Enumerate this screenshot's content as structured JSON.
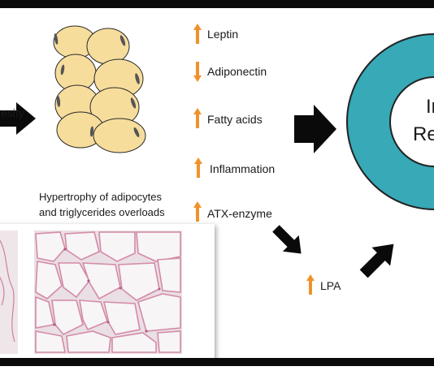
{
  "figure": {
    "obesity_label_fragment": "esity",
    "hypertrophy_line1": "Hypertrophy of adipocytes",
    "hypertrophy_line2": "and triglycerides overloads",
    "lpa_label": "LPA",
    "ring_text_line1": "In",
    "ring_text_line2": "Re",
    "markers": [
      {
        "label": "Leptin",
        "direction": "up"
      },
      {
        "label": "Adiponectin",
        "direction": "down"
      },
      {
        "label": "Fatty acids",
        "direction": "up"
      },
      {
        "label": "Inflammation",
        "direction": "up"
      },
      {
        "label": "ATX-enzyme",
        "direction": "up"
      }
    ],
    "lpa_direction": "up"
  },
  "colors": {
    "frame": "#0a0a0a",
    "arrow_orange": "#f0922b",
    "ring_teal": "#37a9b7",
    "adipocyte_fill": "#f7dd9c",
    "adipocyte_stroke": "#2a2a2a",
    "nucleus": "#555555",
    "tissue_bg": "#e8e2e6",
    "tissue_cell": "#f6f4f5",
    "tissue_wall": "#d48aa8"
  },
  "icons": {
    "up": "up-arrow-icon",
    "down": "down-arrow-icon",
    "flow": "block-arrow-icon"
  }
}
